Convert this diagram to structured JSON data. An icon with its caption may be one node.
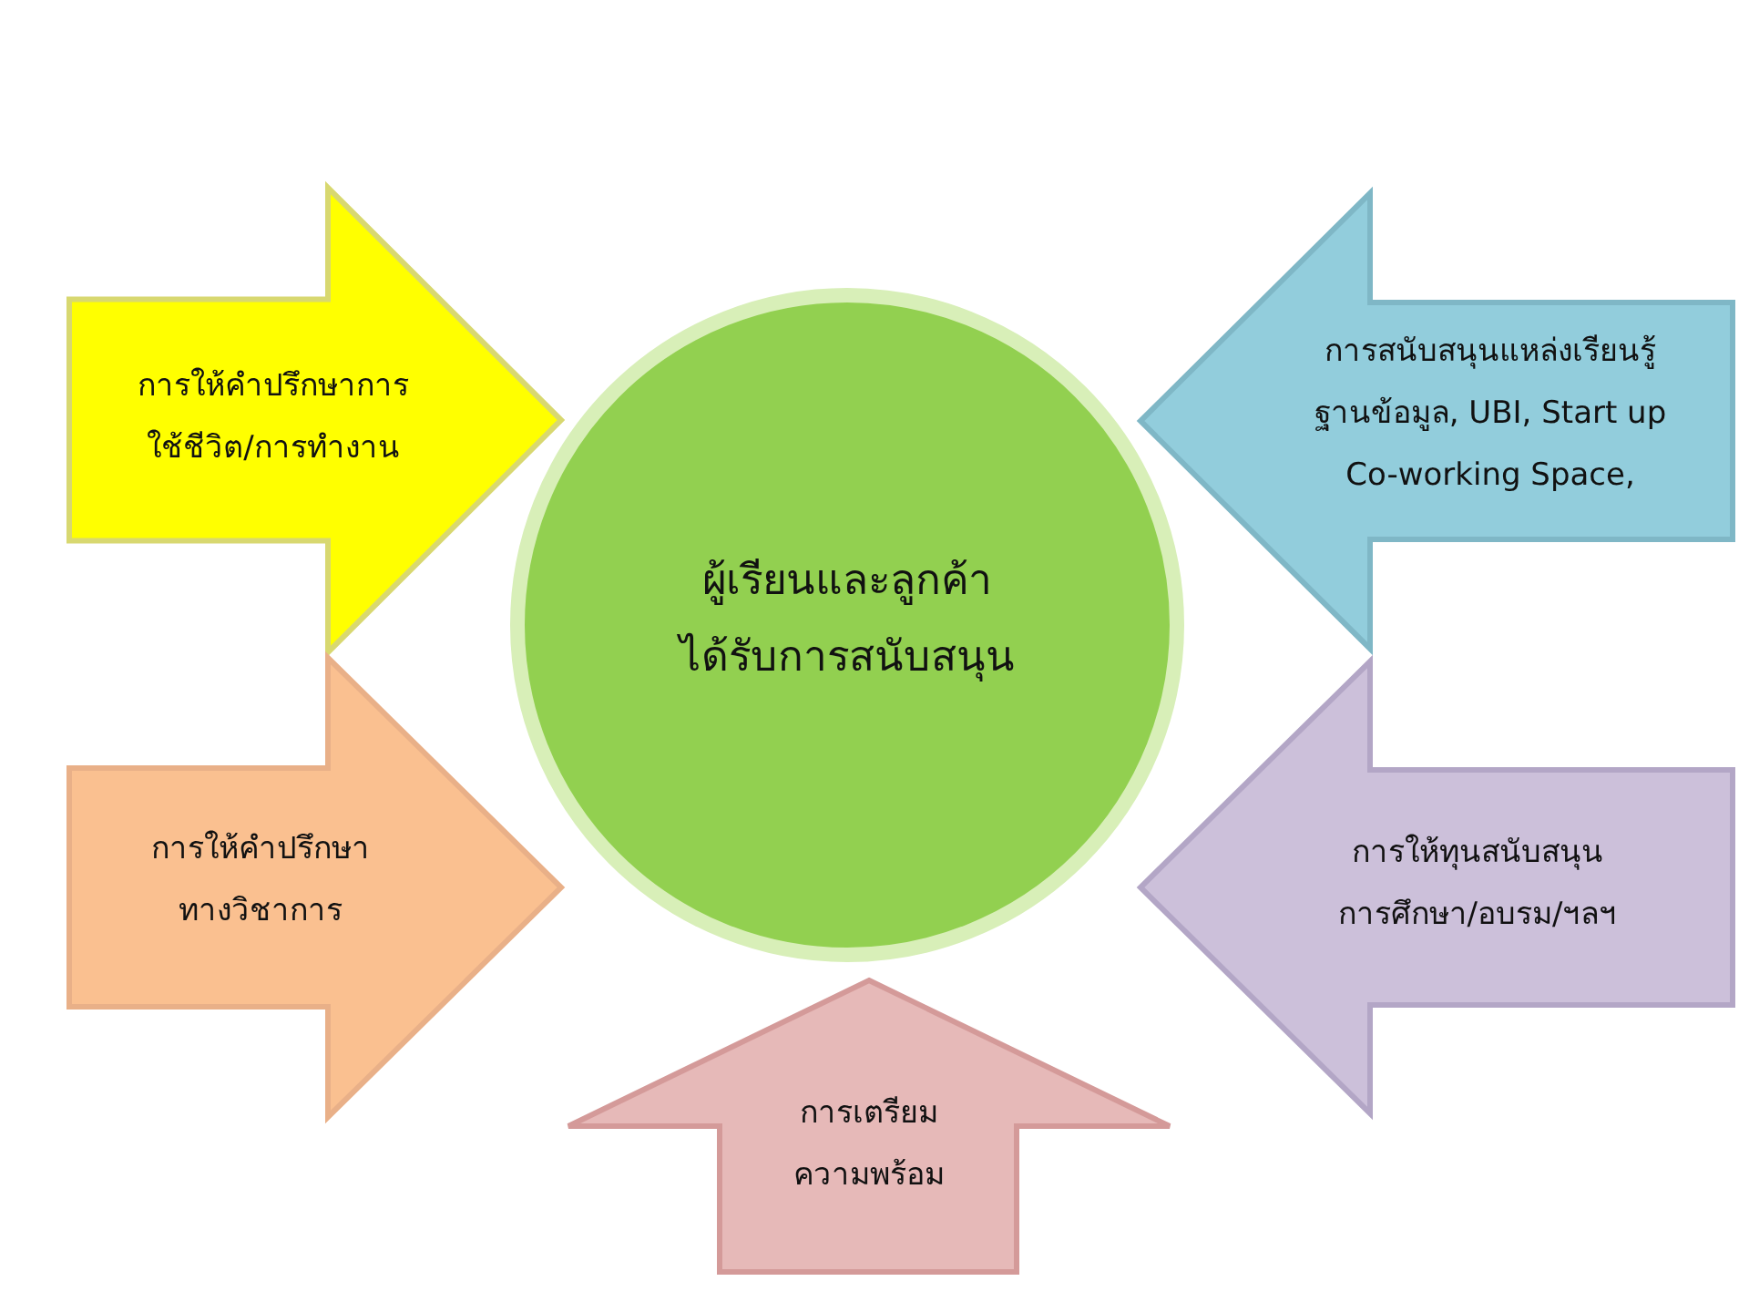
{
  "diagram": {
    "nodes": [
      {
        "text": [
          "การให้คำปรึกษาการ ใช้ชีวิต/การทำงาน"
        ]
      },
      {
        "text": [
          "การสนับสนุนแหล่งเรียนรู้ ฐานข้อมูล, UBI, Start up Co-working Space,"
        ]
      },
      {
        "text": [
          "ผู้เรียนและลูกค้า ได้รับการสนับสนุน"
        ]
      },
      {
        "text": [
          "การให้คำปรึกษา ทางวิชาการ"
        ]
      },
      {
        "text": [
          "การให้ทุนสนับสนุน การศึกษา/อบรม/ฯลฯ"
        ]
      },
      {
        "text": [
          "การเตรียม ความพร้อม"
        ]
      }
    ]
  }
}
